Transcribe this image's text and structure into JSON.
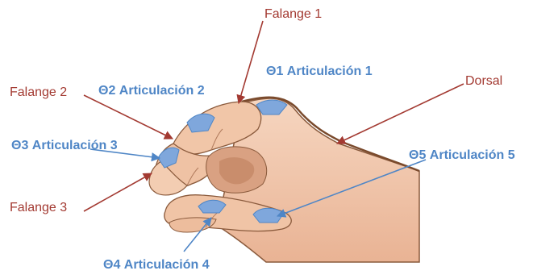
{
  "labels": {
    "falange1": "Falange 1",
    "falange2": "Falange 2",
    "falange3": "Falange 3",
    "dorsal": "Dorsal",
    "art1": "Θ1 Articulación 1",
    "art2": "Θ2 Articulación 2",
    "art3": "Θ3 Articulación 3",
    "art4": "Θ4 Articulación 4",
    "art5": "Θ5 Articulación 5"
  },
  "colors": {
    "phalanx_label": "#a33a32",
    "joint_label": "#4f86c6",
    "joint_marker": "#7fa7dc",
    "skin": "#f2c8ad",
    "skin_shadow": "#d9a182",
    "outline": "#8a5a3c"
  }
}
